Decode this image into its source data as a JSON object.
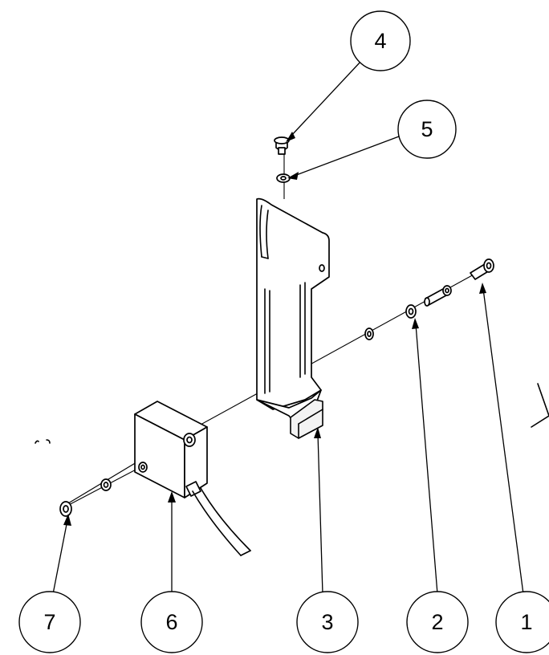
{
  "balloons": [
    {
      "id": "1",
      "label": "1"
    },
    {
      "id": "2",
      "label": "2"
    },
    {
      "id": "3",
      "label": "3"
    },
    {
      "id": "4",
      "label": "4"
    },
    {
      "id": "5",
      "label": "5"
    },
    {
      "id": "6",
      "label": "6"
    },
    {
      "id": "7",
      "label": "7"
    }
  ]
}
